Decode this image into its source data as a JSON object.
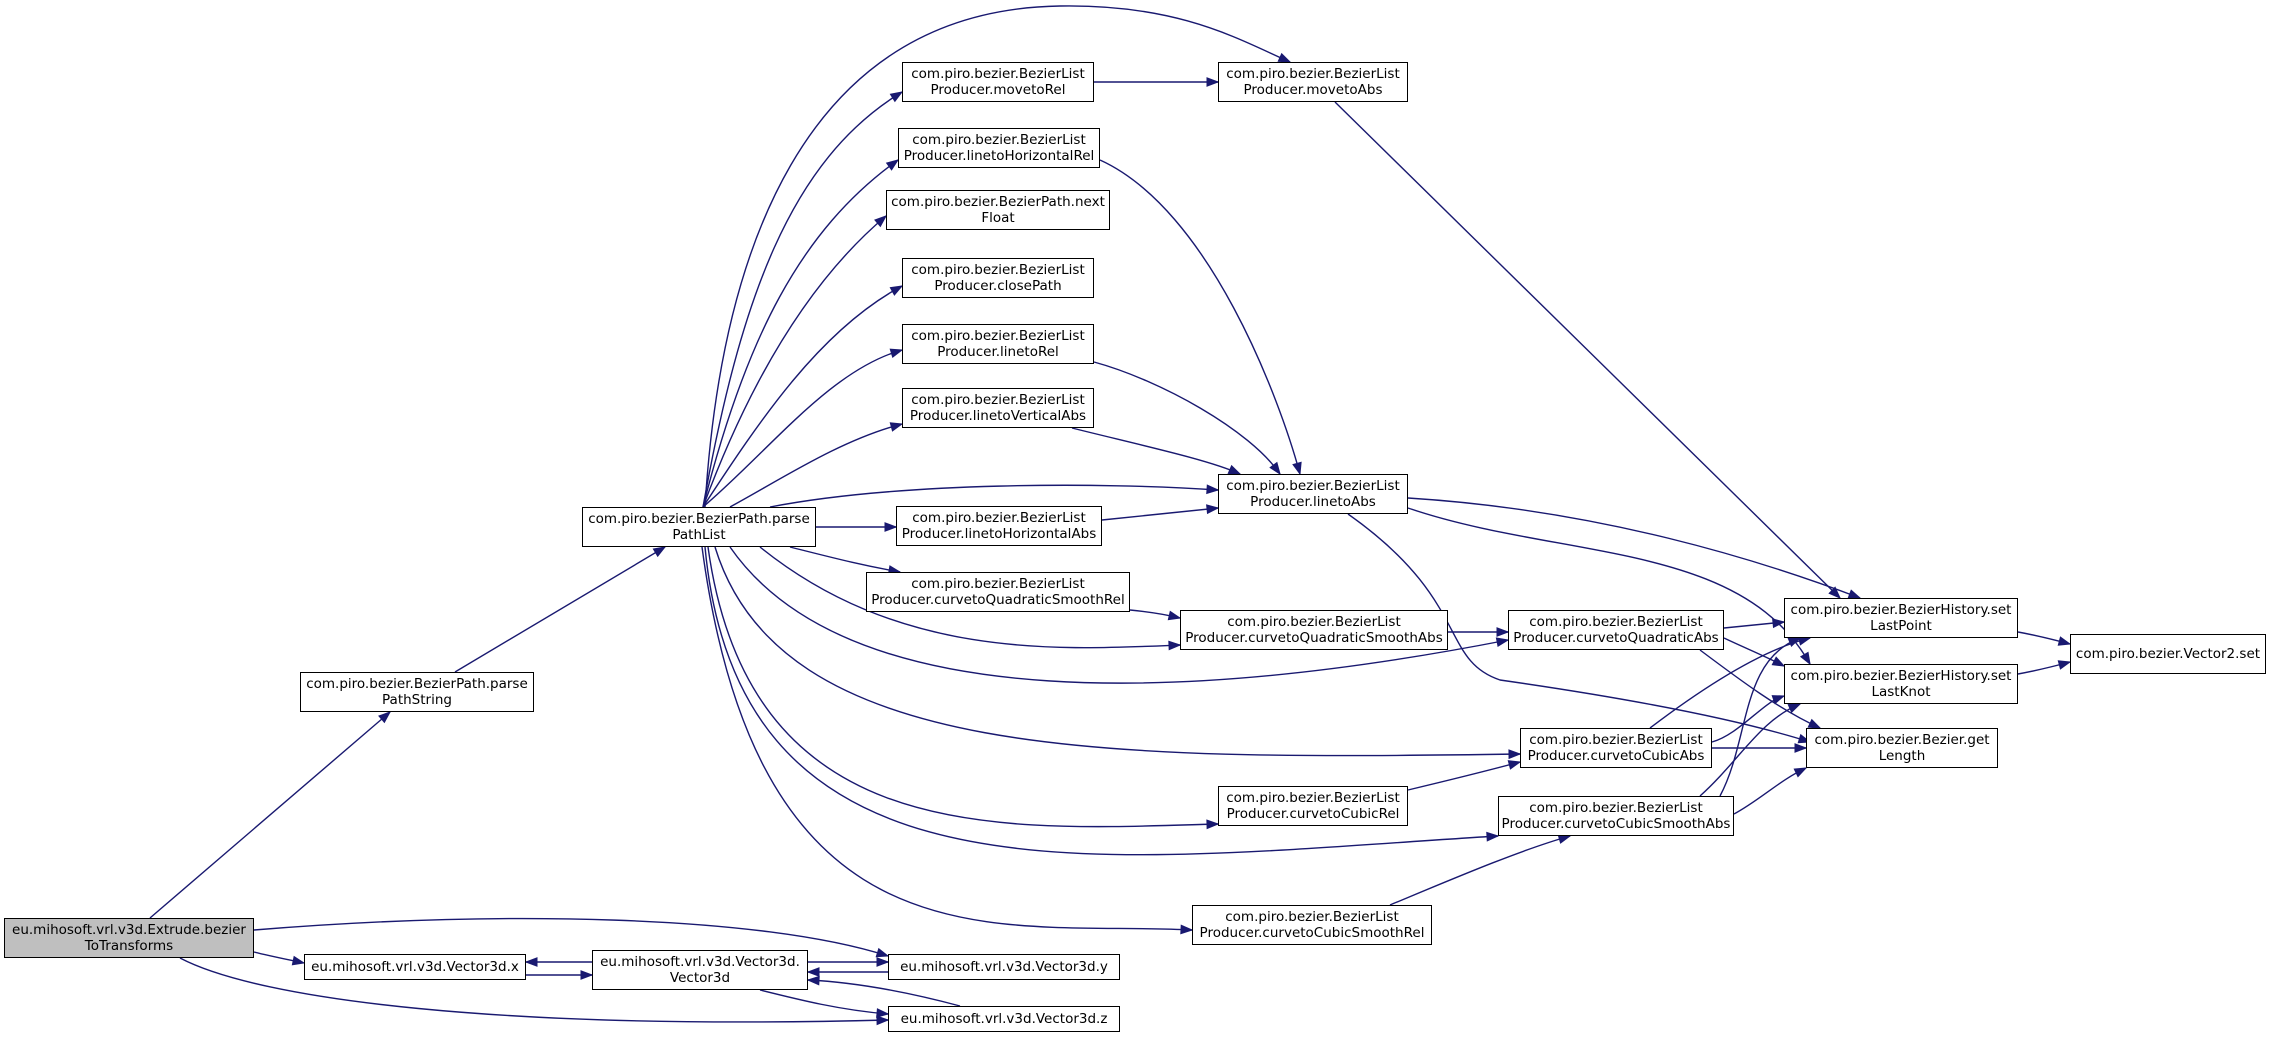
{
  "graph": {
    "edge_color": "#191970",
    "root_color": "#bfbfbf",
    "nodes": [
      {
        "id": "root",
        "lines": [
          "eu.mihosoft.vrl.v3d.Extrude.bezier",
          "ToTransforms"
        ],
        "root": true
      },
      {
        "id": "parsePathString",
        "lines": [
          "com.piro.bezier.BezierPath.parse",
          "PathString"
        ]
      },
      {
        "id": "parsePathList",
        "lines": [
          "com.piro.bezier.BezierPath.parse",
          "PathList"
        ]
      },
      {
        "id": "movetoRel",
        "lines": [
          "com.piro.bezier.BezierList",
          "Producer.movetoRel"
        ]
      },
      {
        "id": "movetoAbs",
        "lines": [
          "com.piro.bezier.BezierList",
          "Producer.movetoAbs"
        ]
      },
      {
        "id": "linetoHorizontalRel",
        "lines": [
          "com.piro.bezier.BezierList",
          "Producer.linetoHorizontalRel"
        ]
      },
      {
        "id": "nextFloat",
        "lines": [
          "com.piro.bezier.BezierPath.next",
          "Float"
        ]
      },
      {
        "id": "closePath",
        "lines": [
          "com.piro.bezier.BezierList",
          "Producer.closePath"
        ]
      },
      {
        "id": "linetoRel",
        "lines": [
          "com.piro.bezier.BezierList",
          "Producer.linetoRel"
        ]
      },
      {
        "id": "linetoVerticalAbs",
        "lines": [
          "com.piro.bezier.BezierList",
          "Producer.linetoVerticalAbs"
        ]
      },
      {
        "id": "linetoAbs",
        "lines": [
          "com.piro.bezier.BezierList",
          "Producer.linetoAbs"
        ]
      },
      {
        "id": "linetoHorizontalAbs",
        "lines": [
          "com.piro.bezier.BezierList",
          "Producer.linetoHorizontalAbs"
        ]
      },
      {
        "id": "curvetoQuadraticSmoothRel",
        "lines": [
          "com.piro.bezier.BezierList",
          "Producer.curvetoQuadraticSmoothRel"
        ]
      },
      {
        "id": "curvetoQuadraticSmoothAbs",
        "lines": [
          "com.piro.bezier.BezierList",
          "Producer.curvetoQuadraticSmoothAbs"
        ]
      },
      {
        "id": "curvetoQuadraticAbs",
        "lines": [
          "com.piro.bezier.BezierList",
          "Producer.curvetoQuadraticAbs"
        ]
      },
      {
        "id": "curvetoCubicAbs",
        "lines": [
          "com.piro.bezier.BezierList",
          "Producer.curvetoCubicAbs"
        ]
      },
      {
        "id": "curvetoCubicRel",
        "lines": [
          "com.piro.bezier.BezierList",
          "Producer.curvetoCubicRel"
        ]
      },
      {
        "id": "curvetoCubicSmoothAbs",
        "lines": [
          "com.piro.bezier.BezierList",
          "Producer.curvetoCubicSmoothAbs"
        ]
      },
      {
        "id": "curvetoCubicSmoothRel",
        "lines": [
          "com.piro.bezier.BezierList",
          "Producer.curvetoCubicSmoothRel"
        ]
      },
      {
        "id": "setLastPoint",
        "lines": [
          "com.piro.bezier.BezierHistory.set",
          "LastPoint"
        ]
      },
      {
        "id": "setLastKnot",
        "lines": [
          "com.piro.bezier.BezierHistory.set",
          "LastKnot"
        ]
      },
      {
        "id": "getLength",
        "lines": [
          "com.piro.bezier.Bezier.get",
          "Length"
        ]
      },
      {
        "id": "vector2set",
        "lines": [
          "com.piro.bezier.Vector2.set"
        ]
      },
      {
        "id": "vx",
        "lines": [
          "eu.mihosoft.vrl.v3d.Vector3d.x"
        ]
      },
      {
        "id": "vctor",
        "lines": [
          "eu.mihosoft.vrl.v3d.Vector3d.",
          "Vector3d"
        ]
      },
      {
        "id": "vy",
        "lines": [
          "eu.mihosoft.vrl.v3d.Vector3d.y"
        ]
      },
      {
        "id": "vz",
        "lines": [
          "eu.mihosoft.vrl.v3d.Vector3d.z"
        ]
      }
    ],
    "edges": [
      {
        "from": "root",
        "to": "parsePathString"
      },
      {
        "from": "root",
        "to": "vx"
      },
      {
        "from": "root",
        "to": "vy"
      },
      {
        "from": "root",
        "to": "vz"
      },
      {
        "from": "parsePathString",
        "to": "parsePathList"
      },
      {
        "from": "parsePathList",
        "to": "movetoRel"
      },
      {
        "from": "parsePathList",
        "to": "movetoAbs"
      },
      {
        "from": "parsePathList",
        "to": "linetoHorizontalRel"
      },
      {
        "from": "parsePathList",
        "to": "nextFloat"
      },
      {
        "from": "parsePathList",
        "to": "closePath"
      },
      {
        "from": "parsePathList",
        "to": "linetoRel"
      },
      {
        "from": "parsePathList",
        "to": "linetoVerticalAbs"
      },
      {
        "from": "parsePathList",
        "to": "linetoAbs"
      },
      {
        "from": "parsePathList",
        "to": "linetoHorizontalAbs"
      },
      {
        "from": "parsePathList",
        "to": "curvetoQuadraticSmoothRel"
      },
      {
        "from": "parsePathList",
        "to": "curvetoQuadraticSmoothAbs"
      },
      {
        "from": "parsePathList",
        "to": "curvetoQuadraticAbs"
      },
      {
        "from": "parsePathList",
        "to": "curvetoCubicAbs"
      },
      {
        "from": "parsePathList",
        "to": "curvetoCubicRel"
      },
      {
        "from": "parsePathList",
        "to": "curvetoCubicSmoothAbs"
      },
      {
        "from": "parsePathList",
        "to": "curvetoCubicSmoothRel"
      },
      {
        "from": "movetoRel",
        "to": "movetoAbs"
      },
      {
        "from": "movetoAbs",
        "to": "setLastPoint"
      },
      {
        "from": "linetoHorizontalRel",
        "to": "linetoAbs"
      },
      {
        "from": "linetoRel",
        "to": "linetoAbs"
      },
      {
        "from": "linetoVerticalAbs",
        "to": "linetoAbs"
      },
      {
        "from": "linetoHorizontalAbs",
        "to": "linetoAbs"
      },
      {
        "from": "linetoAbs",
        "to": "setLastPoint"
      },
      {
        "from": "linetoAbs",
        "to": "setLastKnot"
      },
      {
        "from": "linetoAbs",
        "to": "getLength"
      },
      {
        "from": "curvetoQuadraticSmoothRel",
        "to": "curvetoQuadraticSmoothAbs"
      },
      {
        "from": "curvetoQuadraticSmoothAbs",
        "to": "curvetoQuadraticAbs"
      },
      {
        "from": "curvetoQuadraticAbs",
        "to": "setLastPoint"
      },
      {
        "from": "curvetoQuadraticAbs",
        "to": "setLastKnot"
      },
      {
        "from": "curvetoQuadraticAbs",
        "to": "getLength"
      },
      {
        "from": "curvetoCubicRel",
        "to": "curvetoCubicAbs"
      },
      {
        "from": "curvetoCubicAbs",
        "to": "setLastPoint"
      },
      {
        "from": "curvetoCubicAbs",
        "to": "setLastKnot"
      },
      {
        "from": "curvetoCubicAbs",
        "to": "getLength"
      },
      {
        "from": "curvetoCubicSmoothRel",
        "to": "curvetoCubicSmoothAbs"
      },
      {
        "from": "curvetoCubicSmoothAbs",
        "to": "setLastPoint"
      },
      {
        "from": "curvetoCubicSmoothAbs",
        "to": "setLastKnot"
      },
      {
        "from": "curvetoCubicSmoothAbs",
        "to": "getLength"
      },
      {
        "from": "setLastPoint",
        "to": "vector2set"
      },
      {
        "from": "setLastKnot",
        "to": "vector2set"
      },
      {
        "from": "vx",
        "to": "vctor"
      },
      {
        "from": "vctor",
        "to": "vx"
      },
      {
        "from": "vctor",
        "to": "vy"
      },
      {
        "from": "vctor",
        "to": "vz"
      },
      {
        "from": "vy",
        "to": "vctor"
      },
      {
        "from": "vz",
        "to": "vctor"
      }
    ]
  }
}
